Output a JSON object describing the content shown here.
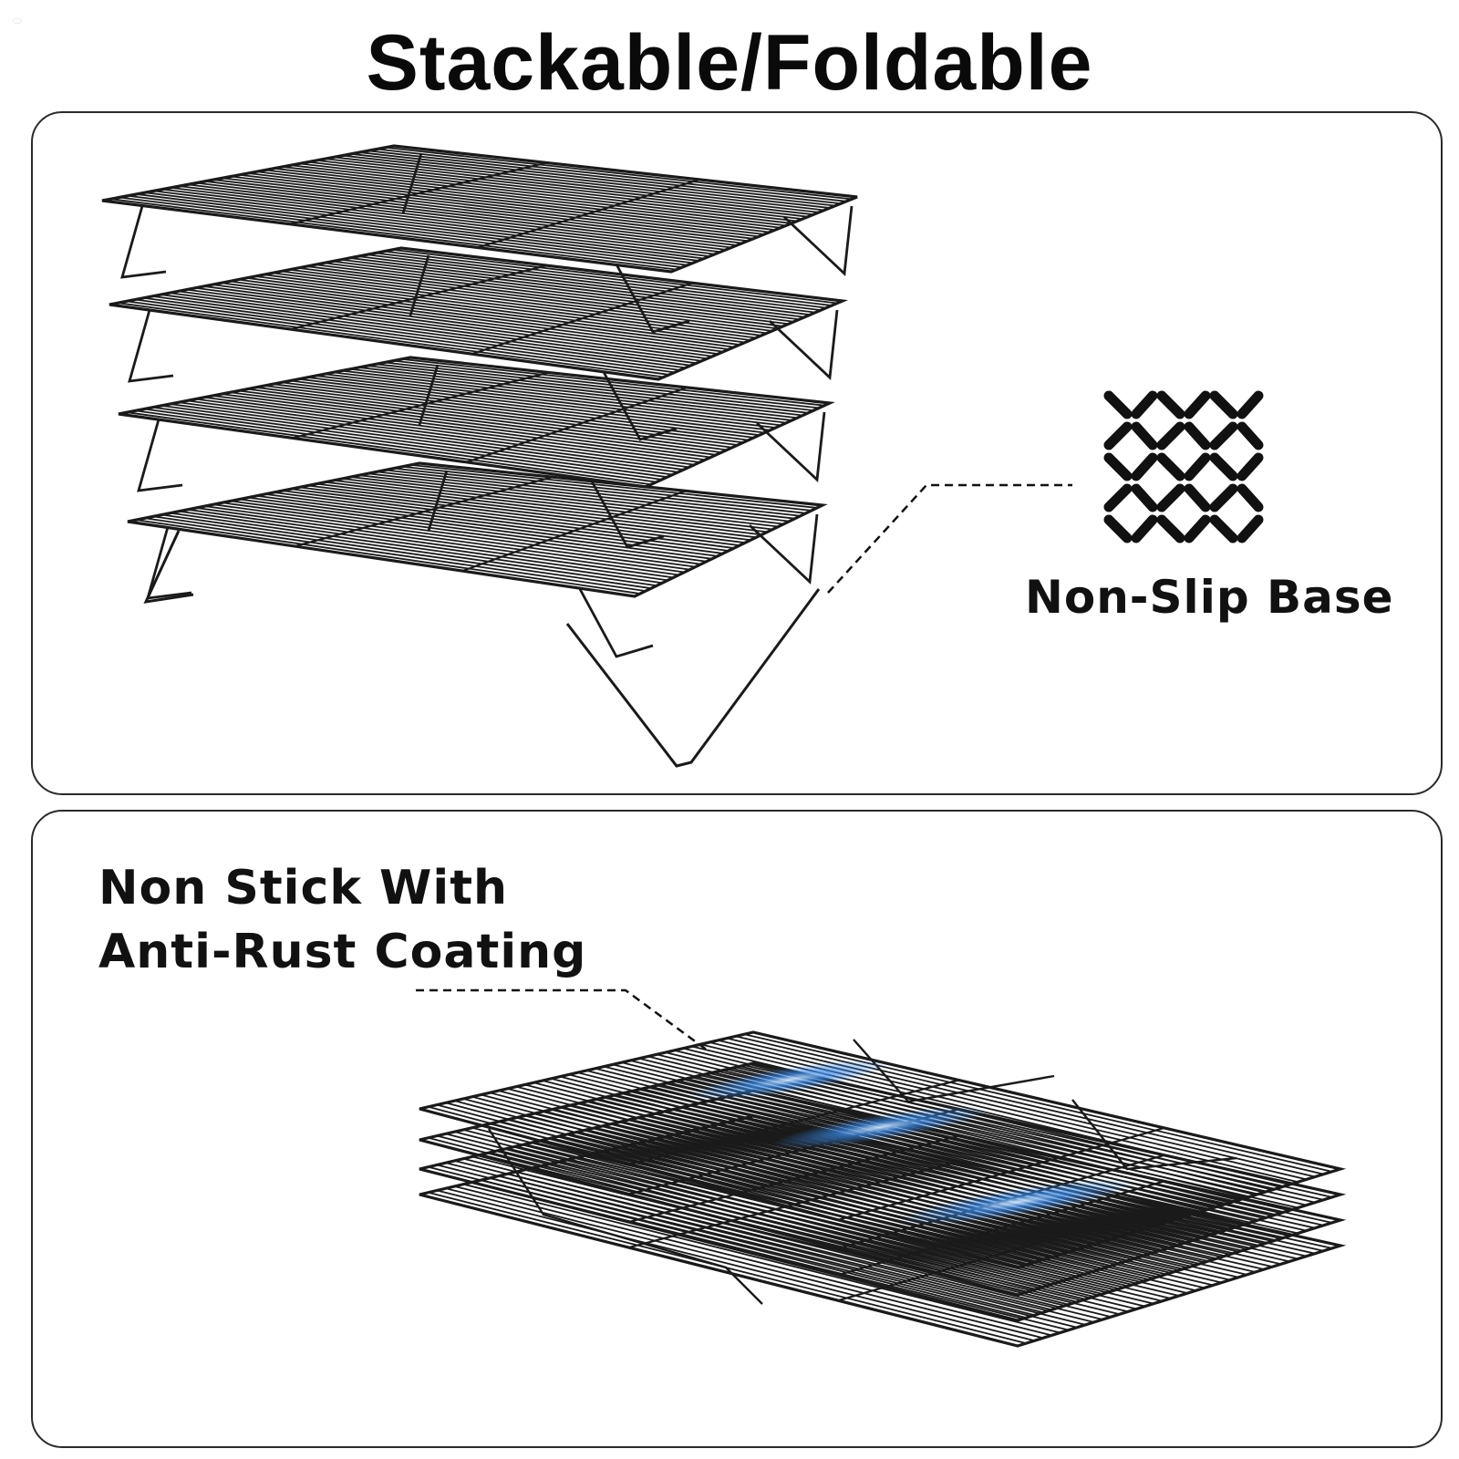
{
  "header": {
    "title": "Stackable/Foldable"
  },
  "features": {
    "non_slip": {
      "label": "Non-Slip Base",
      "icon": "non-slip-texture-icon"
    },
    "coating": {
      "line1": "Non Stick With",
      "line2": "Anti-Rust Coating"
    }
  },
  "colors": {
    "wire": "#1a1a1a",
    "border": "#2a2a2a",
    "highlight": "#2f7fe0"
  }
}
